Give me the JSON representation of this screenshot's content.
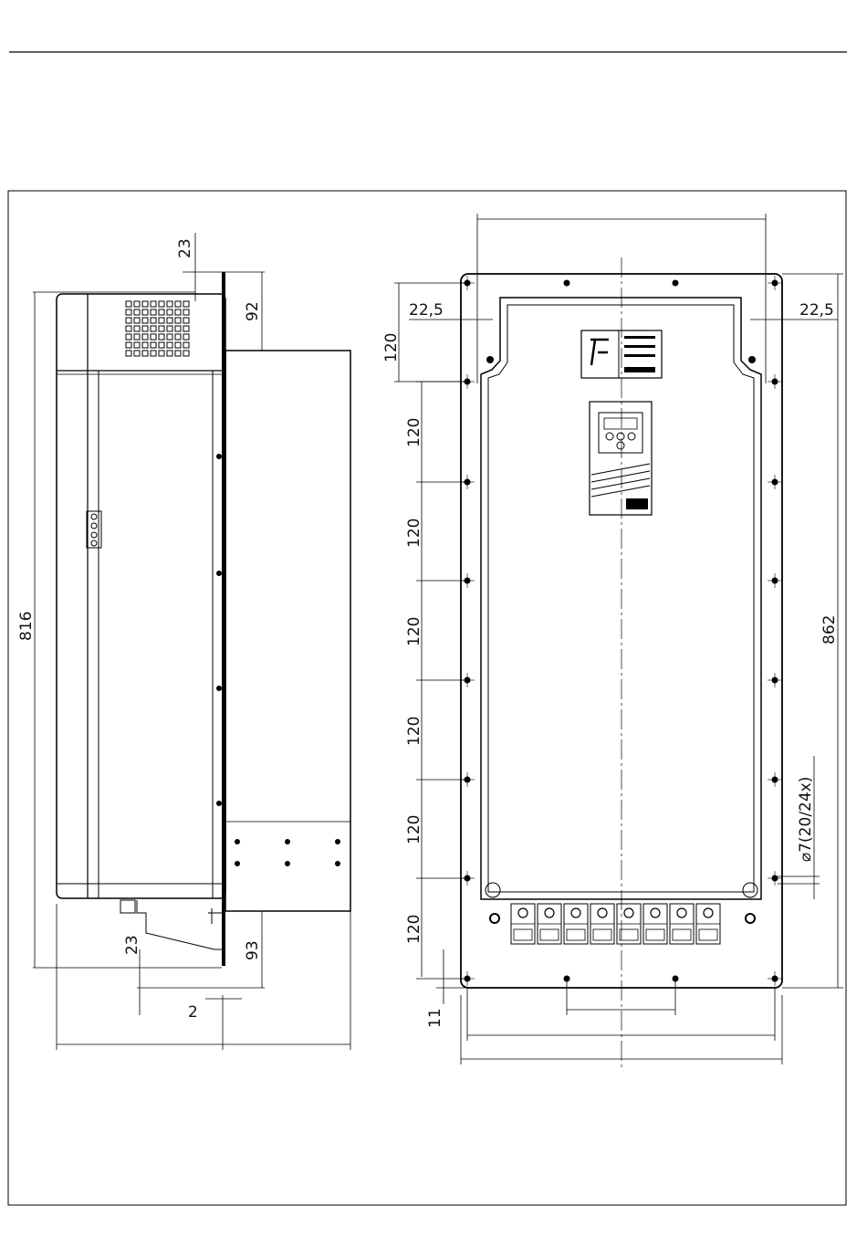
{
  "dimensions": {
    "side_top_offset": "23",
    "side_top_step": "92",
    "side_height": "816",
    "side_bottom_offset": "23",
    "side_bottom_step": "93",
    "side_gap": "2",
    "margin_left": "22,5",
    "margin_right": "22,5",
    "first_spacing": "120",
    "spacings": [
      "120",
      "120",
      "120",
      "120",
      "120",
      "120"
    ],
    "total_height": "862",
    "hole": "⌀7(20/24x)",
    "bottom_offset": "11"
  }
}
